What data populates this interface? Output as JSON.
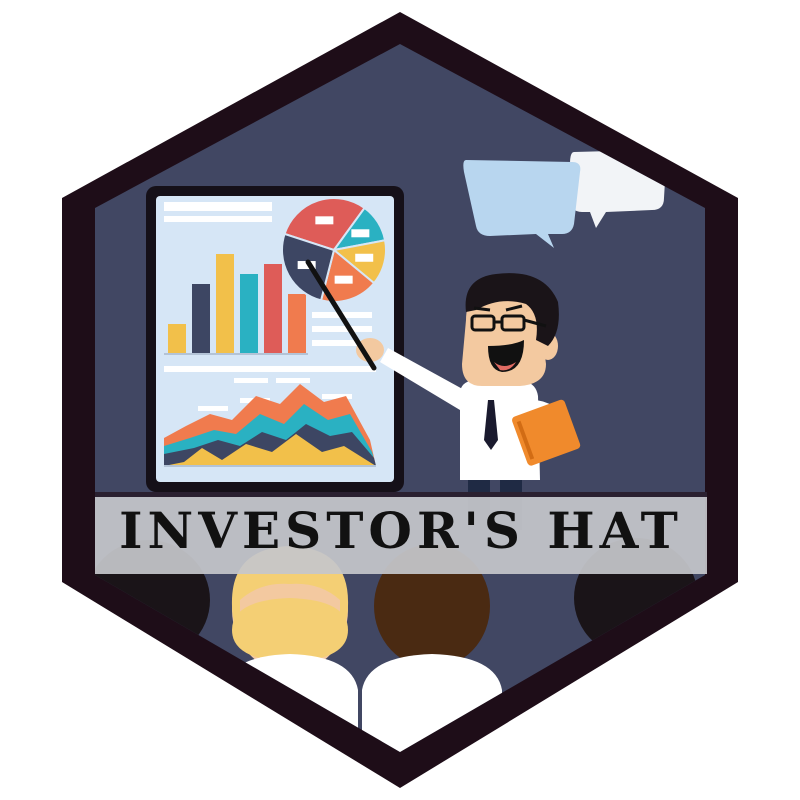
{
  "badge": {
    "title": "INVESTOR'S HAT"
  },
  "colors": {
    "hex_border": "#1e0d18",
    "hex_fill": "#414763",
    "board_frame": "#151018",
    "board_face": "#d6e6f6",
    "bar_yellow": "#f2c04a",
    "bar_navy": "#3d4663",
    "bar_teal": "#2ab1c2",
    "bar_red": "#de5c58",
    "bar_orange": "#f07b4e",
    "bubble_blue": "#b8d6ef",
    "bubble_white": "#f2f4f7",
    "banner": "#c5c6ca",
    "shirt": "#ffffff",
    "skin": "#f3c9a0",
    "hair_dark": "#1a1418",
    "hair_blond": "#f4cf74",
    "hair_brown": "#4a2a12",
    "book": "#f08a2c"
  },
  "icons": {
    "board": "presentation-board-icon",
    "presenter": "presenter-character-icon",
    "bubbles": "speech-bubbles-icon",
    "audience": "audience-heads-icon"
  },
  "board_chart": {
    "type": "bar",
    "values": [
      3,
      7,
      10,
      8,
      9,
      6
    ],
    "pie_slices": [
      30,
      12,
      14,
      18,
      26
    ]
  }
}
